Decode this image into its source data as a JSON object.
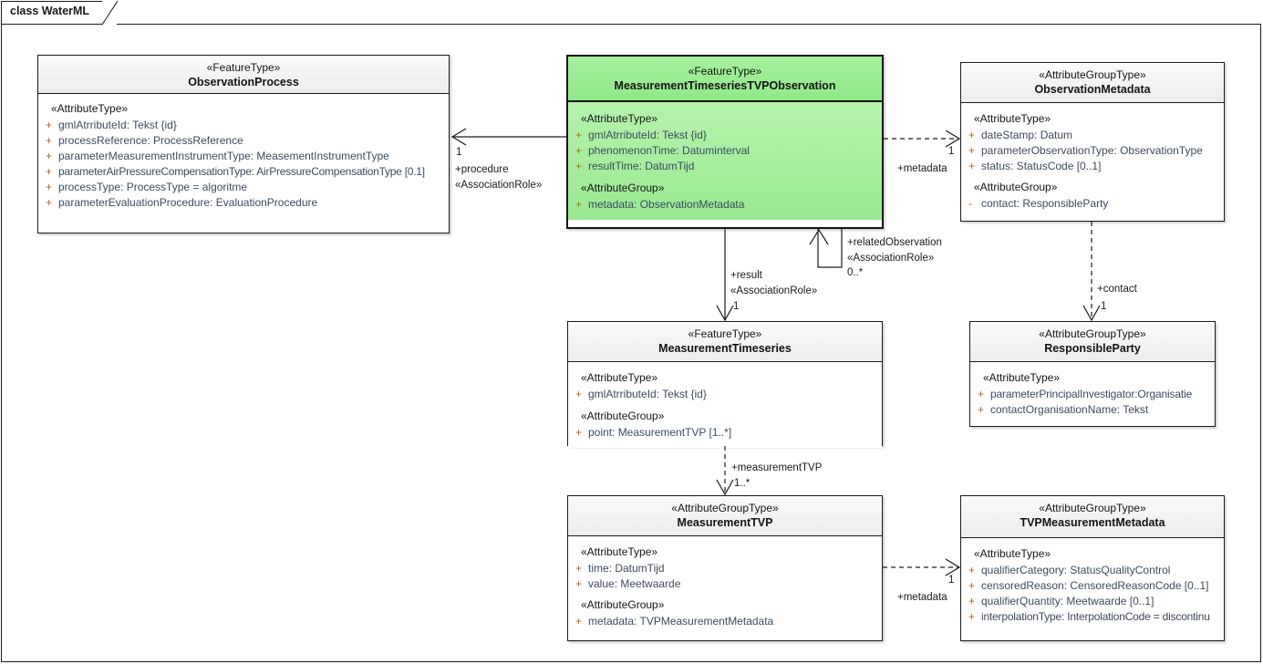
{
  "frame": {
    "tab_label": "class WaterML"
  },
  "classes": [
    {
      "id": "observation-process",
      "stereotype": "«FeatureType»",
      "name": "ObservationProcess",
      "accent": "#ffffff",
      "sections": [
        {
          "group": "«AttributeType»",
          "attributes": [
            {
              "vis": "+",
              "text": "gmlAtrributeId: Tekst {id}"
            },
            {
              "vis": "+",
              "text": "processReference: ProcessReference"
            },
            {
              "vis": "+",
              "text": "parameterMeasurementInstrumentType: MeasementInstrumentType"
            },
            {
              "vis": "+",
              "text": "parameterAirPressureCompensationType: AirPressureCompensationType [0.1]"
            },
            {
              "vis": "+",
              "text": "processType: ProcessType = algoritme"
            },
            {
              "vis": "+",
              "text": "parameterEvaluationProcedure: EvaluationProcedure"
            }
          ]
        }
      ]
    },
    {
      "id": "measurement-timeseries-tvp-observation",
      "stereotype": "«FeatureType»",
      "name": "MeasurementTimeseriesTVPObservation",
      "accent": "#9ae891",
      "sections": [
        {
          "group": "«AttributeType»",
          "attributes": [
            {
              "vis": "+",
              "text": "gmlAtrributeId: Tekst {id}"
            },
            {
              "vis": "+",
              "text": "phenomenonTime: Datuminterval"
            },
            {
              "vis": "+",
              "text": "resultTime: DatumTijd"
            }
          ]
        },
        {
          "group": "«AttributeGroup»",
          "attributes": [
            {
              "vis": "+",
              "text": "metadata: ObservationMetadata"
            }
          ]
        }
      ]
    },
    {
      "id": "observation-metadata",
      "stereotype": "«AttributeGroupType»",
      "name": "ObservationMetadata",
      "accent": "#ffffff",
      "sections": [
        {
          "group": "«AttributeType»",
          "attributes": [
            {
              "vis": "+",
              "text": "dateStamp: Datum"
            },
            {
              "vis": "+",
              "text": "parameterObservationType: ObservationType"
            },
            {
              "vis": "+",
              "text": "status: StatusCode [0..1]"
            }
          ]
        },
        {
          "group": "«AttributeGroup»",
          "attributes": [
            {
              "vis": "-",
              "text": "contact: ResponsibleParty"
            }
          ]
        }
      ]
    },
    {
      "id": "measurement-timeseries",
      "stereotype": "«FeatureType»",
      "name": "MeasurementTimeseries",
      "accent": "#ffffff",
      "sections": [
        {
          "group": "«AttributeType»",
          "attributes": [
            {
              "vis": "+",
              "text": "gmlAtrributeId: Tekst {id}"
            }
          ]
        },
        {
          "group": "«AttributeGroup»",
          "attributes": [
            {
              "vis": "+",
              "text": "point: MeasurementTVP [1..*]"
            }
          ]
        }
      ]
    },
    {
      "id": "responsible-party",
      "stereotype": "«AttributeGroupType»",
      "name": "ResponsibleParty",
      "accent": "#ffffff",
      "sections": [
        {
          "group": "«AttributeType»",
          "attributes": [
            {
              "vis": "+",
              "text": "parameterPrincipalInvestigator:Organisatie"
            },
            {
              "vis": "+",
              "text": "contactOrganisationName: Tekst"
            }
          ]
        }
      ]
    },
    {
      "id": "measurement-tvp",
      "stereotype": "«AttributeGroupType»",
      "name": "MeasurementTVP",
      "accent": "#ffffff",
      "sections": [
        {
          "group": "«AttributeType»",
          "attributes": [
            {
              "vis": "+",
              "text": "time: DatumTijd"
            },
            {
              "vis": "+",
              "text": "value: Meetwaarde"
            }
          ]
        },
        {
          "group": "«AttributeGroup»",
          "attributes": [
            {
              "vis": "+",
              "text": "metadata: TVPMeasurementMetadata"
            }
          ]
        }
      ]
    },
    {
      "id": "tvp-measurement-metadata",
      "stereotype": "«AttributeGroupType»",
      "name": "TVPMeasurementMetadata",
      "accent": "#ffffff",
      "sections": [
        {
          "group": "«AttributeType»",
          "attributes": [
            {
              "vis": "+",
              "text": "qualifierCategory: StatusQualityControl"
            },
            {
              "vis": "+",
              "text": "censoredReason: CensoredReasonCode [0..1]"
            },
            {
              "vis": "+",
              "text": "qualifierQuantity: Meetwaarde [0..1]"
            },
            {
              "vis": "+",
              "text": "interpolationType: InterpolationCode = discontinu"
            }
          ]
        }
      ]
    }
  ],
  "connectors": [
    {
      "id": "procedure",
      "from": "measurement-timeseries-tvp-observation",
      "to": "observation-process",
      "kind": "association",
      "multiplicity": "1",
      "role": "+procedure",
      "stereotype": "«AssociationRole»"
    },
    {
      "id": "metadata-observation",
      "from": "measurement-timeseries-tvp-observation",
      "to": "observation-metadata",
      "kind": "dependency",
      "multiplicity": "1",
      "role": "+metadata",
      "stereotype": ""
    },
    {
      "id": "related-observation",
      "from": "measurement-timeseries-tvp-observation",
      "to": "measurement-timeseries-tvp-observation",
      "kind": "association",
      "multiplicity": "0..*",
      "role": "+relatedObservation",
      "stereotype": "«AssociationRole»"
    },
    {
      "id": "result",
      "from": "measurement-timeseries-tvp-observation",
      "to": "measurement-timeseries",
      "kind": "association",
      "multiplicity": "1",
      "role": "+result",
      "stereotype": "«AssociationRole»"
    },
    {
      "id": "contact",
      "from": "observation-metadata",
      "to": "responsible-party",
      "kind": "dependency",
      "multiplicity": "1",
      "role": "+contact",
      "stereotype": ""
    },
    {
      "id": "measurement-tvp-link",
      "from": "measurement-timeseries",
      "to": "measurement-tvp",
      "kind": "dependency",
      "multiplicity": "1..*",
      "role": "+measurementTVP",
      "stereotype": ""
    },
    {
      "id": "metadata-tvp",
      "from": "measurement-tvp",
      "to": "tvp-measurement-metadata",
      "kind": "dependency",
      "multiplicity": "1",
      "role": "+metadata",
      "stereotype": ""
    }
  ]
}
